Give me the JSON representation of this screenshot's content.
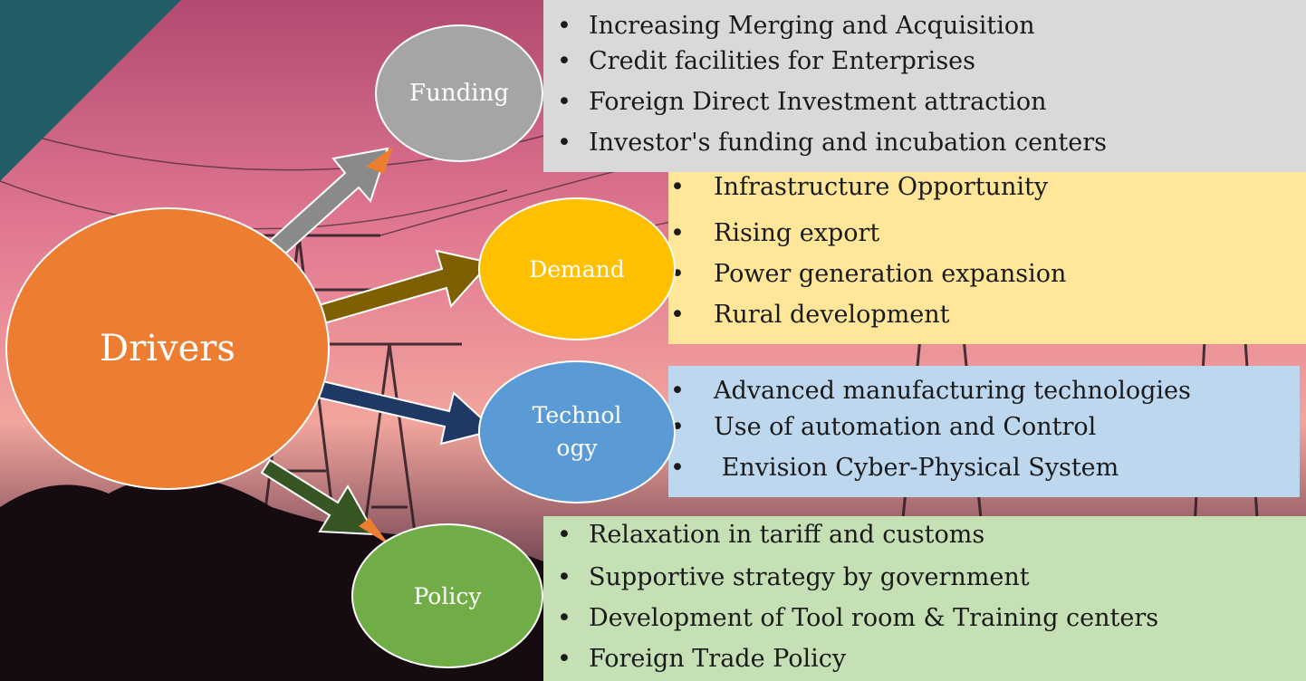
{
  "center": {
    "label": "Drivers",
    "color": "#ed7d31"
  },
  "nodes": [
    {
      "id": "funding",
      "label": "Funding",
      "node_color": "#a5a5a5",
      "arrow_color": "#8a8a8a",
      "box_color": "#d9d9d9",
      "items": [
        "Increasing Merging and Acquisition",
        "Credit facilities for Enterprises",
        "Foreign Direct Investment attraction",
        "Investor's funding and incubation centers"
      ]
    },
    {
      "id": "demand",
      "label": "Demand",
      "node_color": "#ffc000",
      "arrow_color": "#7f6000",
      "box_color": "#ffe699",
      "items": [
        "Infrastructure  Opportunity",
        "Rising export",
        "Power generation expansion",
        "Rural development"
      ]
    },
    {
      "id": "technology",
      "label": "Technol ogy",
      "node_color": "#5b9bd5",
      "arrow_color": "#1f3864",
      "box_color": "#bdd7ee",
      "items": [
        "Advanced manufacturing technologies",
        "Use of automation and Control",
        " Envision Cyber-Physical System"
      ]
    },
    {
      "id": "policy",
      "label": "Policy",
      "node_color": "#70ad47",
      "arrow_color": "#375623",
      "box_color": "#c5e0b4",
      "items": [
        "Relaxation in tariff and customs",
        "Supportive strategy by government",
        "Development of Tool room & Training centers",
        "Foreign Trade Policy"
      ]
    }
  ]
}
